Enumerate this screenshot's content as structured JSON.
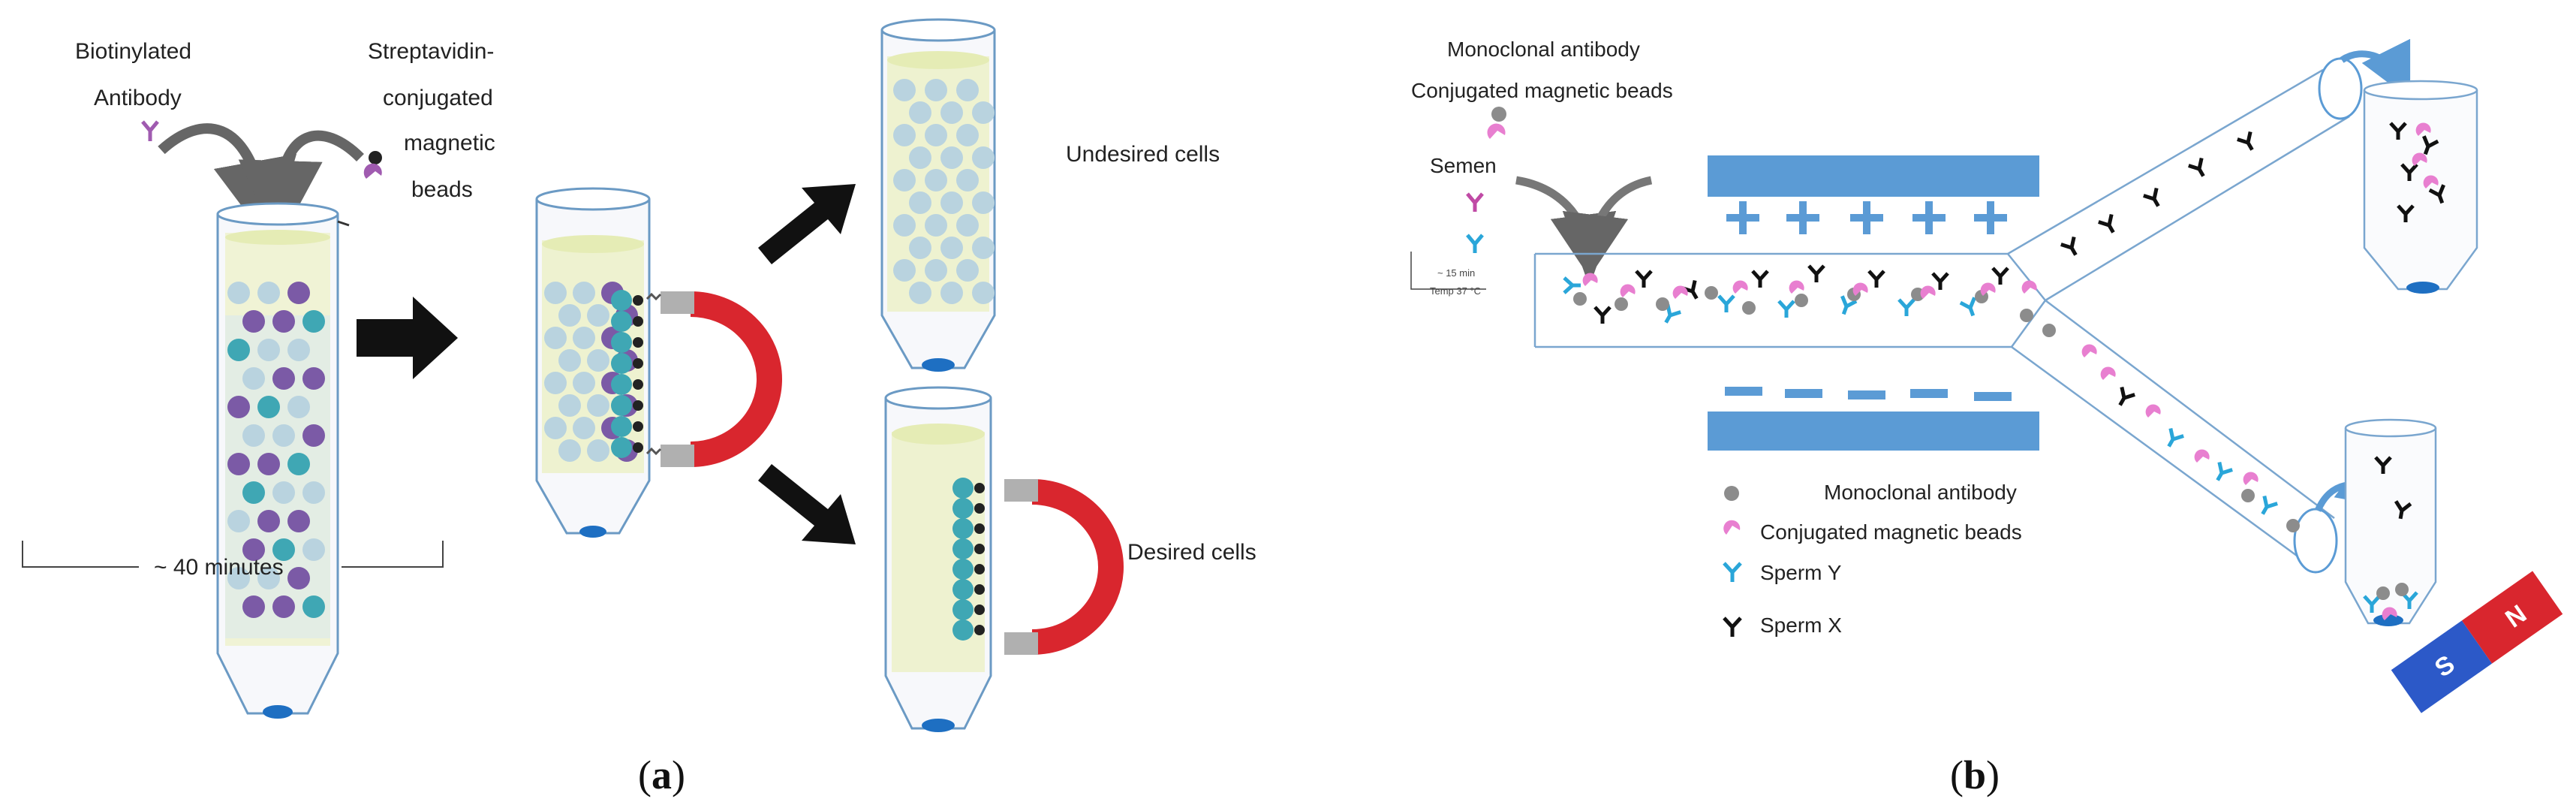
{
  "panel_a": {
    "label_biotinylated_line1": "Biotinylated",
    "label_biotinylated_line2": "Antibody",
    "label_strep_line1": "Streptavidin-",
    "label_strep_line2": "conjugated",
    "label_strep_line3": "magnetic",
    "label_strep_line4": "beads",
    "time_label": "~ 40 minutes",
    "undesired_label": "Undesired cells",
    "desired_label": "Desired cells",
    "caption_open": "(",
    "caption_letter": "a",
    "caption_close": ")"
  },
  "panel_b": {
    "label_mab": "Monoclonal antibody",
    "label_beads": "Conjugated magnetic beads",
    "label_semen": "Semen",
    "timer_line1": "~ 15 min",
    "timer_line2": "Temp 37 °C",
    "magnet_n": "N",
    "magnet_s": "S",
    "legend": {
      "mab": "Monoclonal antibody",
      "beads": "Conjugated magnetic beads",
      "sperm_y": "Sperm Y",
      "sperm_x": "Sperm X"
    },
    "caption_open": "(",
    "caption_letter": "b",
    "caption_close": ")"
  },
  "colors": {
    "magnet_red": "#d9262e",
    "magnet_gray": "#b0b0b0",
    "electrode_blue": "#5b9bd5",
    "tube_outline": "#6b9ac4",
    "liquid": "#e9efc4",
    "cell_purple": "#7b5aa6",
    "cell_light": "#b9d3df",
    "cell_teal": "#3fa7b4",
    "sperm_y": "#2aa6d9",
    "sperm_x": "#d64fb5",
    "bead_pink": "#e87fd0",
    "bead_gray": "#8c8c8c",
    "arrow_black": "#111111",
    "arrow_gray": "#666666"
  },
  "icons": [
    "antibody-icon",
    "magnetic-bead-icon",
    "horseshoe-magnet-icon",
    "bar-magnet-icon",
    "rotate-arrow-icon"
  ]
}
